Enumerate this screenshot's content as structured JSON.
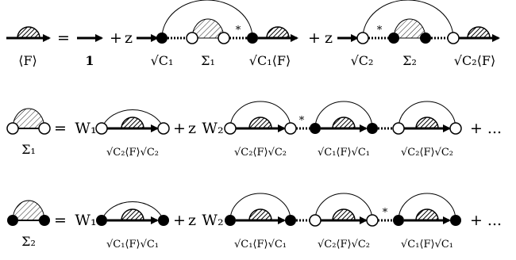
{
  "row1": {
    "lhs_label": "⟨F⟩",
    "eq": "=",
    "one_label": "1",
    "plus": "+",
    "z": "z",
    "sqrt_c1": "√C₁",
    "sigma1": "Σ₁",
    "sqrt_c1_f": "√C₁⟨F⟩",
    "sqrt_c2": "√C₂",
    "sigma2": "Σ₂",
    "sqrt_c2_f": "√C₂⟨F⟩",
    "star": "*"
  },
  "row2": {
    "lhs_label": "Σ₁",
    "eq": "=",
    "w1": "W₁",
    "plus": "+",
    "z": "z",
    "w2": "W₂",
    "term1_label": "√C₂⟨F⟩√C₂",
    "term2a_label": "√C₂⟨F⟩√C₂",
    "term2b_label": "√C₁⟨F⟩√C₁",
    "term2c_label": "√C₂⟨F⟩√C₂",
    "star": "*",
    "dots": "+ ..."
  },
  "row3": {
    "lhs_label": "Σ₂",
    "eq": "=",
    "w1": "W₁",
    "plus": "+",
    "z": "z",
    "w2": "W₂",
    "term1_label": "√C₁⟨F⟩√C₁",
    "term2a_label": "√C₁⟨F⟩√C₁",
    "term2b_label": "√C₂⟨F⟩√C₂",
    "term2c_label": "√C₁⟨F⟩√C₁",
    "star": "*",
    "dots": "+ ..."
  }
}
